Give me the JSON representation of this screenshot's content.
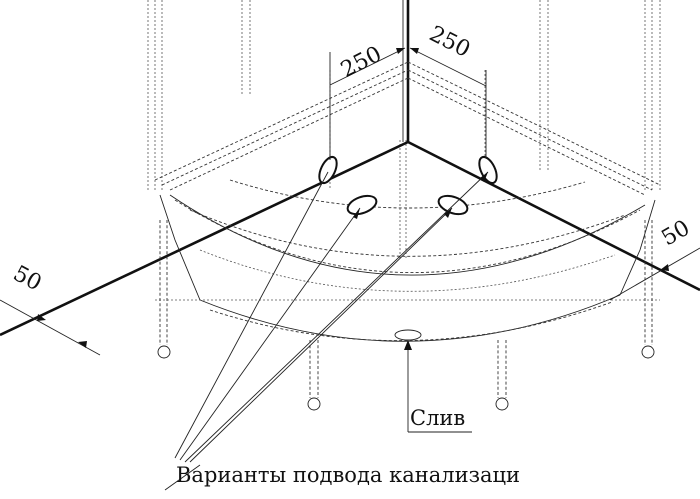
{
  "dimensions": {
    "left_250": "250",
    "right_250": "250",
    "left_50": "50",
    "right_50": "50"
  },
  "labels": {
    "drain": "Слив",
    "sewer_options": "Варианты подвода канализаци"
  },
  "colors": {
    "line": "#111111",
    "background": "#ffffff"
  }
}
